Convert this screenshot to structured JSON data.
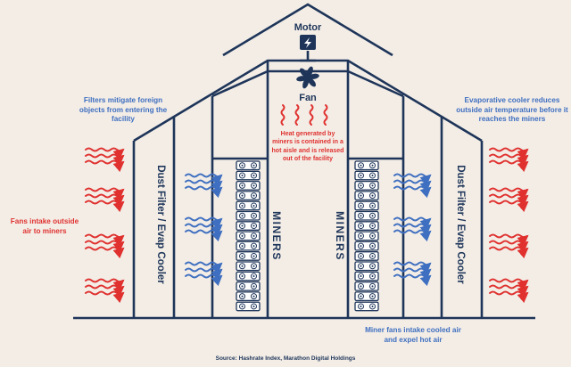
{
  "colors": {
    "structure": "#1e3559",
    "hot": "#e0312f",
    "cool": "#3f6fc0",
    "background": "#f3ede6"
  },
  "labels": {
    "motor": "Motor",
    "fan": "Fan",
    "heat_note": "Heat generated by miners is contained in a hot aisle and is released out of the facility",
    "filter_left": "Dust Filter / Evap Cooler",
    "filter_right": "Dust Filter / Evap Cooler",
    "miners_left": "MINERS",
    "miners_right": "MINERS",
    "filters_note": "Filters mitigate foreign objects from entering the facility",
    "evap_note": "Evaporative cooler reduces outside air temperature before it reaches the miners",
    "fans_intake_note": "Fans intake outside air to miners",
    "miner_fans_note": "Miner fans intake cooled air and expel hot air",
    "source": "Source: Hashrate Index, Marathon Digital Holdings"
  },
  "icons": {
    "motor": "motor-icon",
    "fan": "fan-icon",
    "hot_air": "hot-air-wave-icon",
    "cool_air": "cool-air-wave-icon",
    "miner_unit": "miner-unit-icon"
  }
}
